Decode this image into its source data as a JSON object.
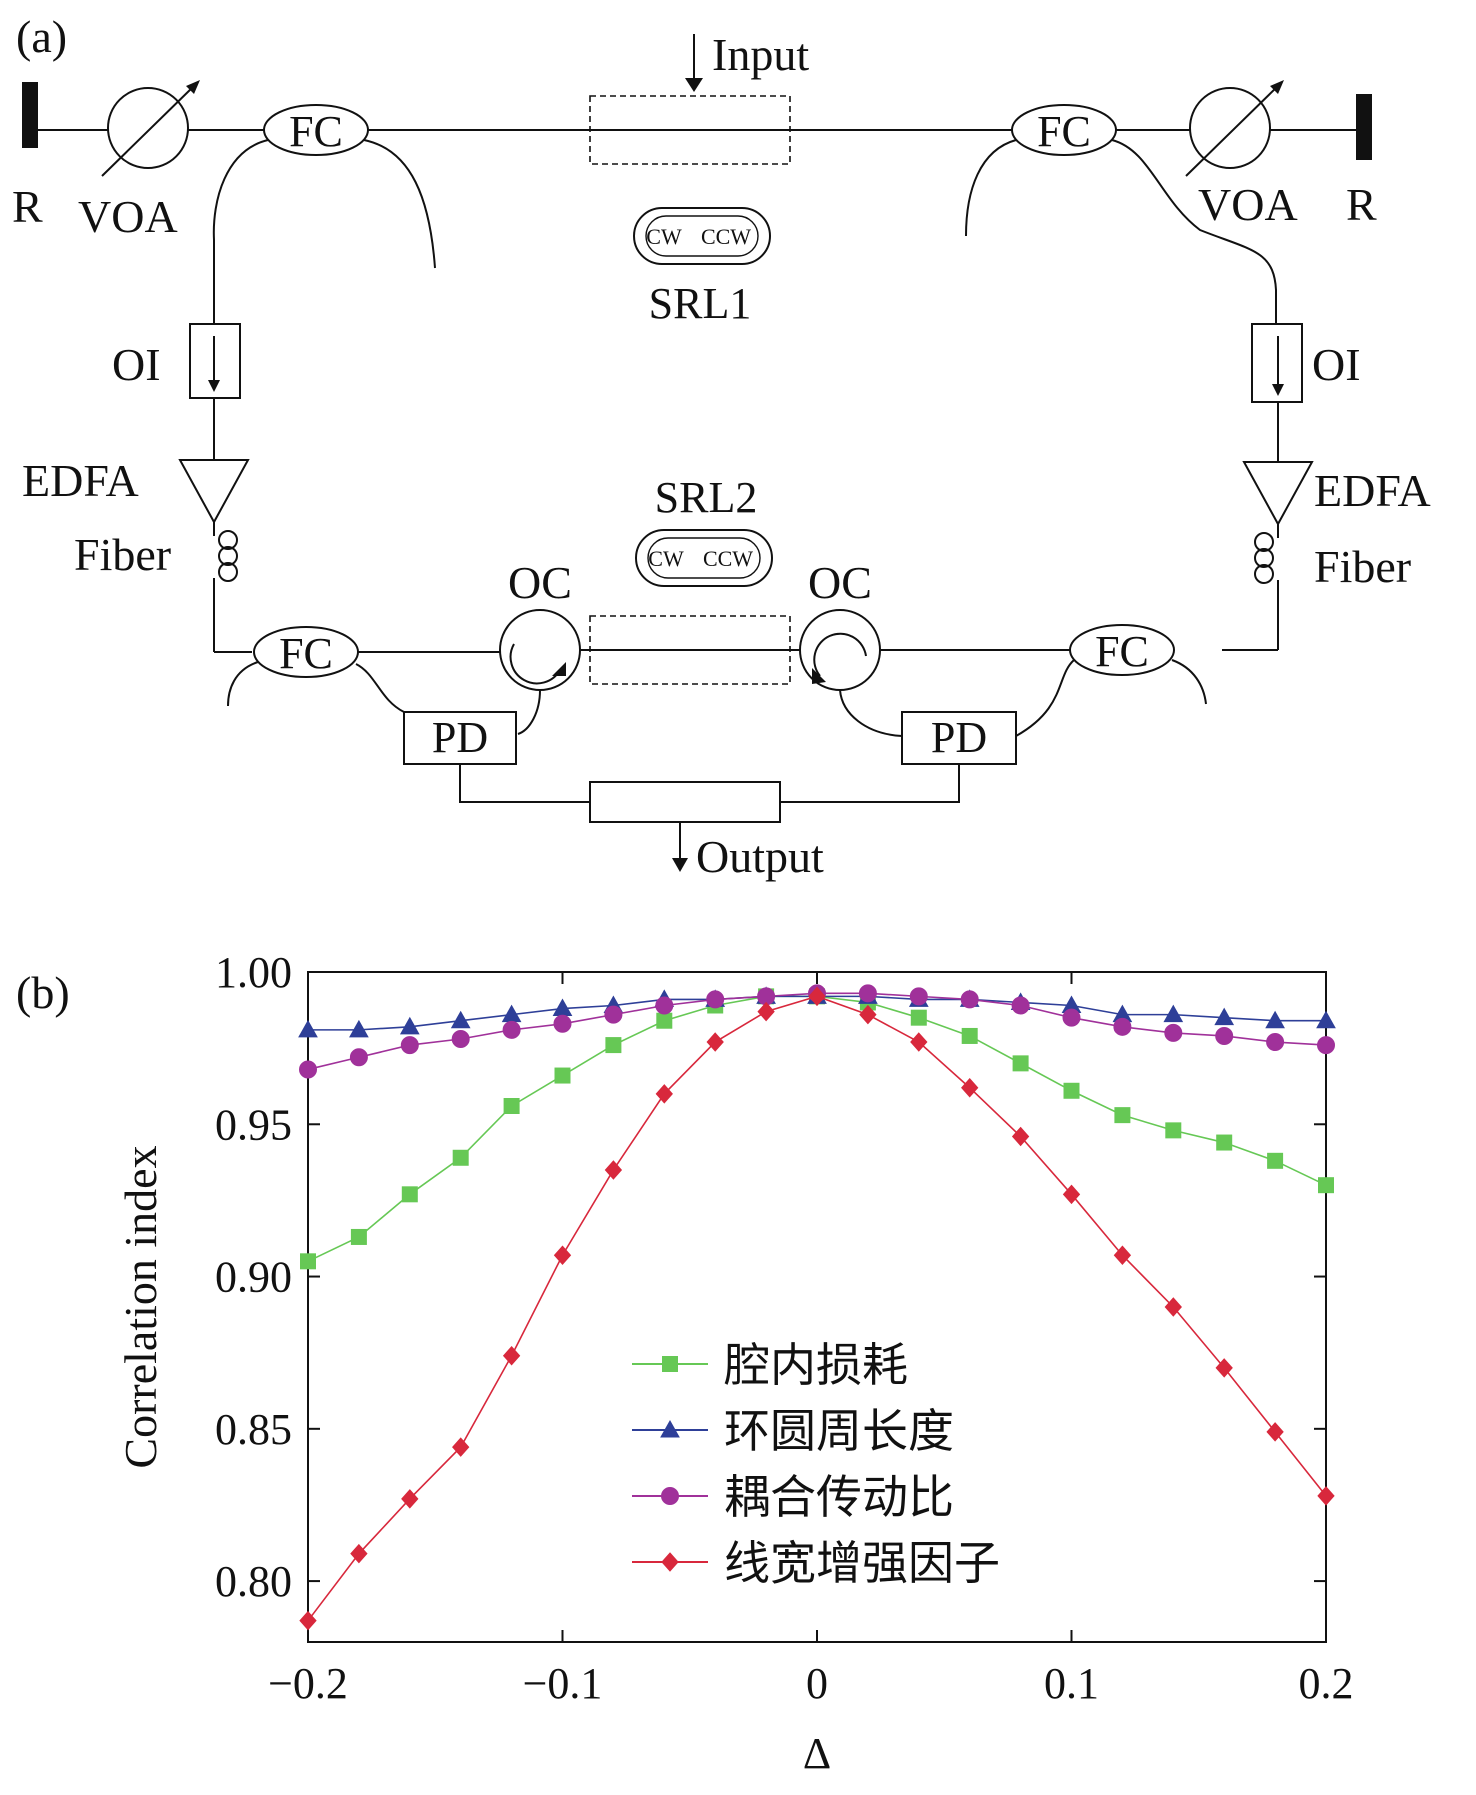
{
  "panel_a": {
    "tag": "(a)",
    "input": "Input",
    "output": "Output",
    "srl1": "SRL1",
    "srl2": "SRL2",
    "cw": "CW",
    "ccw": "CCW",
    "fc": "FC",
    "voa": "VOA",
    "r": "R",
    "oi": "OI",
    "edfa": "EDFA",
    "fiber": "Fiber",
    "oc": "OC",
    "pd": "PD"
  },
  "panel_b": {
    "tag": "(b)"
  },
  "chart_data": {
    "type": "line",
    "xlabel": "Δ",
    "ylabel": "Correlation index",
    "xlim": [
      -0.2,
      0.2
    ],
    "ylim": [
      0.78,
      1.0
    ],
    "xticks": [
      "−0.2",
      "−0.1",
      "0",
      "0.1",
      "0.2"
    ],
    "yticks": [
      "0.80",
      "0.85",
      "0.90",
      "0.95",
      "1.00"
    ],
    "legend_position": "bottom-center",
    "x": [
      -0.2,
      -0.18,
      -0.16,
      -0.14,
      -0.12,
      -0.1,
      -0.08,
      -0.06,
      -0.04,
      -0.02,
      0,
      0.02,
      0.04,
      0.06,
      0.08,
      0.1,
      0.12,
      0.14,
      0.16,
      0.18,
      0.2
    ],
    "series": [
      {
        "name": "腔内损耗",
        "color": "#66c855",
        "marker": "square",
        "values": [
          0.905,
          0.913,
          0.927,
          0.939,
          0.956,
          0.966,
          0.976,
          0.984,
          0.989,
          0.992,
          0.992,
          0.99,
          0.985,
          0.979,
          0.97,
          0.961,
          0.953,
          0.948,
          0.944,
          0.938,
          0.93
        ]
      },
      {
        "name": "环圆周长度",
        "color": "#2e3f98",
        "marker": "triangle",
        "values": [
          0.981,
          0.981,
          0.982,
          0.984,
          0.986,
          0.988,
          0.989,
          0.991,
          0.991,
          0.992,
          0.992,
          0.992,
          0.991,
          0.991,
          0.99,
          0.989,
          0.986,
          0.986,
          0.985,
          0.984,
          0.984
        ]
      },
      {
        "name": "耦合传动比",
        "color": "#a0319a",
        "marker": "circle",
        "values": [
          0.968,
          0.972,
          0.976,
          0.978,
          0.981,
          0.983,
          0.986,
          0.989,
          0.991,
          0.992,
          0.993,
          0.993,
          0.992,
          0.991,
          0.989,
          0.985,
          0.982,
          0.98,
          0.979,
          0.977,
          0.976
        ]
      },
      {
        "name": "线宽增强因子",
        "color": "#d8283c",
        "marker": "diamond",
        "values": [
          0.787,
          0.809,
          0.827,
          0.844,
          0.874,
          0.907,
          0.935,
          0.96,
          0.977,
          0.987,
          0.992,
          0.986,
          0.977,
          0.962,
          0.946,
          0.927,
          0.907,
          0.89,
          0.87,
          0.849,
          0.828
        ]
      }
    ]
  }
}
